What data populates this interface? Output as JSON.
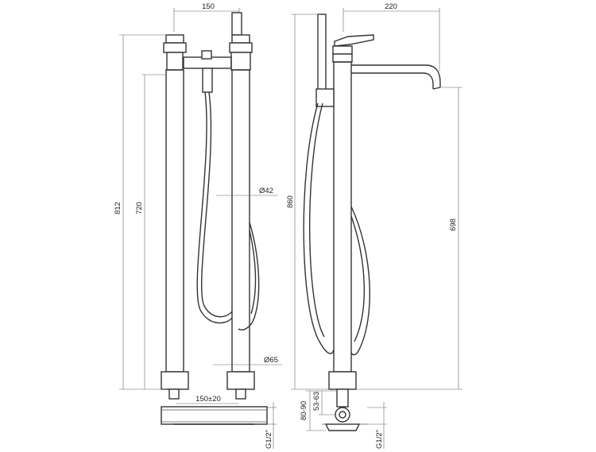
{
  "dimensions": {
    "spout_spacing": "150",
    "spout_reach": "220",
    "total_height_front": "812",
    "body_height": "720",
    "total_height_side": "860",
    "spout_height": "698",
    "column_diameter": "Ø42",
    "base_diameter": "Ø65",
    "pipe_spacing": "150±20",
    "height_range": "80-90",
    "base_range": "53-63",
    "thread_left": "G1/2\"",
    "thread_right": "G1/2\""
  }
}
